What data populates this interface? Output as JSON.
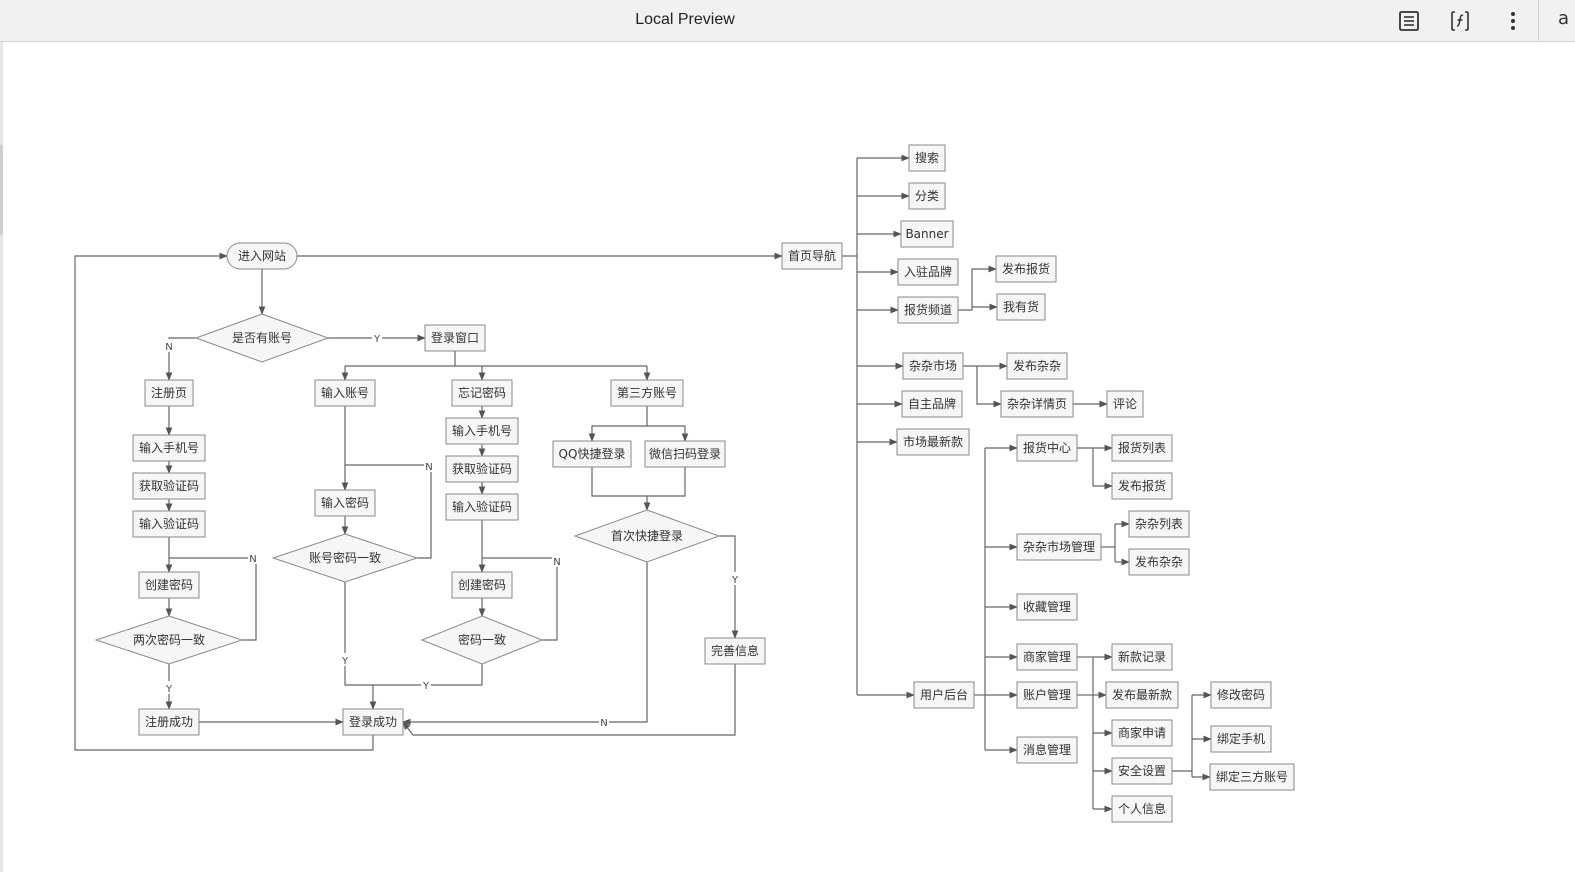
{
  "window": {
    "title": "Local Preview",
    "icons": [
      "reader-mode-icon",
      "function-icon",
      "more-icon"
    ],
    "edge_fragment": "a"
  },
  "diagram": {
    "yn": {
      "y": "Y",
      "n": "N"
    },
    "nodes": {
      "enter": "进入网站",
      "has_account": "是否有账号",
      "login_window": "登录窗口",
      "register_page": "注册页",
      "reg_phone": "输入手机号",
      "reg_get_code": "获取验证码",
      "reg_enter_code": "输入验证码",
      "reg_create_pwd": "创建密码",
      "reg_pwd_match": "两次密码一致",
      "reg_success": "注册成功",
      "login_success": "登录成功",
      "input_account": "输入账号",
      "input_pwd": "输入密码",
      "account_pwd_match": "账号密码一致",
      "forgot_pwd": "忘记密码",
      "fp_phone": "输入手机号",
      "fp_get_code": "获取验证码",
      "fp_enter_code": "输入验证码",
      "fp_create_pwd": "创建密码",
      "fp_pwd_match": "密码一致",
      "third_party": "第三方账号",
      "qq_login": "QQ快捷登录",
      "wechat_login": "微信扫码登录",
      "first_quick_login": "首次快捷登录",
      "complete_info": "完善信息",
      "home_nav": "首页导航",
      "search": "搜索",
      "category": "分类",
      "banner": "Banner",
      "brand_join": "入驻品牌",
      "supply_channel": "报货频道",
      "publish_supply_1": "发布报货",
      "my_goods": "我有货",
      "misc_market": "杂杂市场",
      "publish_misc_1": "发布杂杂",
      "misc_detail": "杂杂详情页",
      "comment": "评论",
      "own_brand": "自主品牌",
      "newest": "市场最新款",
      "user_admin": "用户后台",
      "supply_center": "报货中心",
      "supply_list": "报货列表",
      "publish_supply_2": "发布报货",
      "misc_manage": "杂杂市场管理",
      "misc_list": "杂杂列表",
      "publish_misc_2": "发布杂杂",
      "favorites": "收藏管理",
      "merchant_manage": "商家管理",
      "new_records": "新款记录",
      "account_manage": "账户管理",
      "publish_newest": "发布最新款",
      "merchant_apply": "商家申请",
      "security": "安全设置",
      "personal_info": "个人信息",
      "message_manage": "消息管理",
      "change_pwd": "修改密码",
      "bind_phone": "绑定手机",
      "bind_third": "绑定三方账号"
    }
  }
}
